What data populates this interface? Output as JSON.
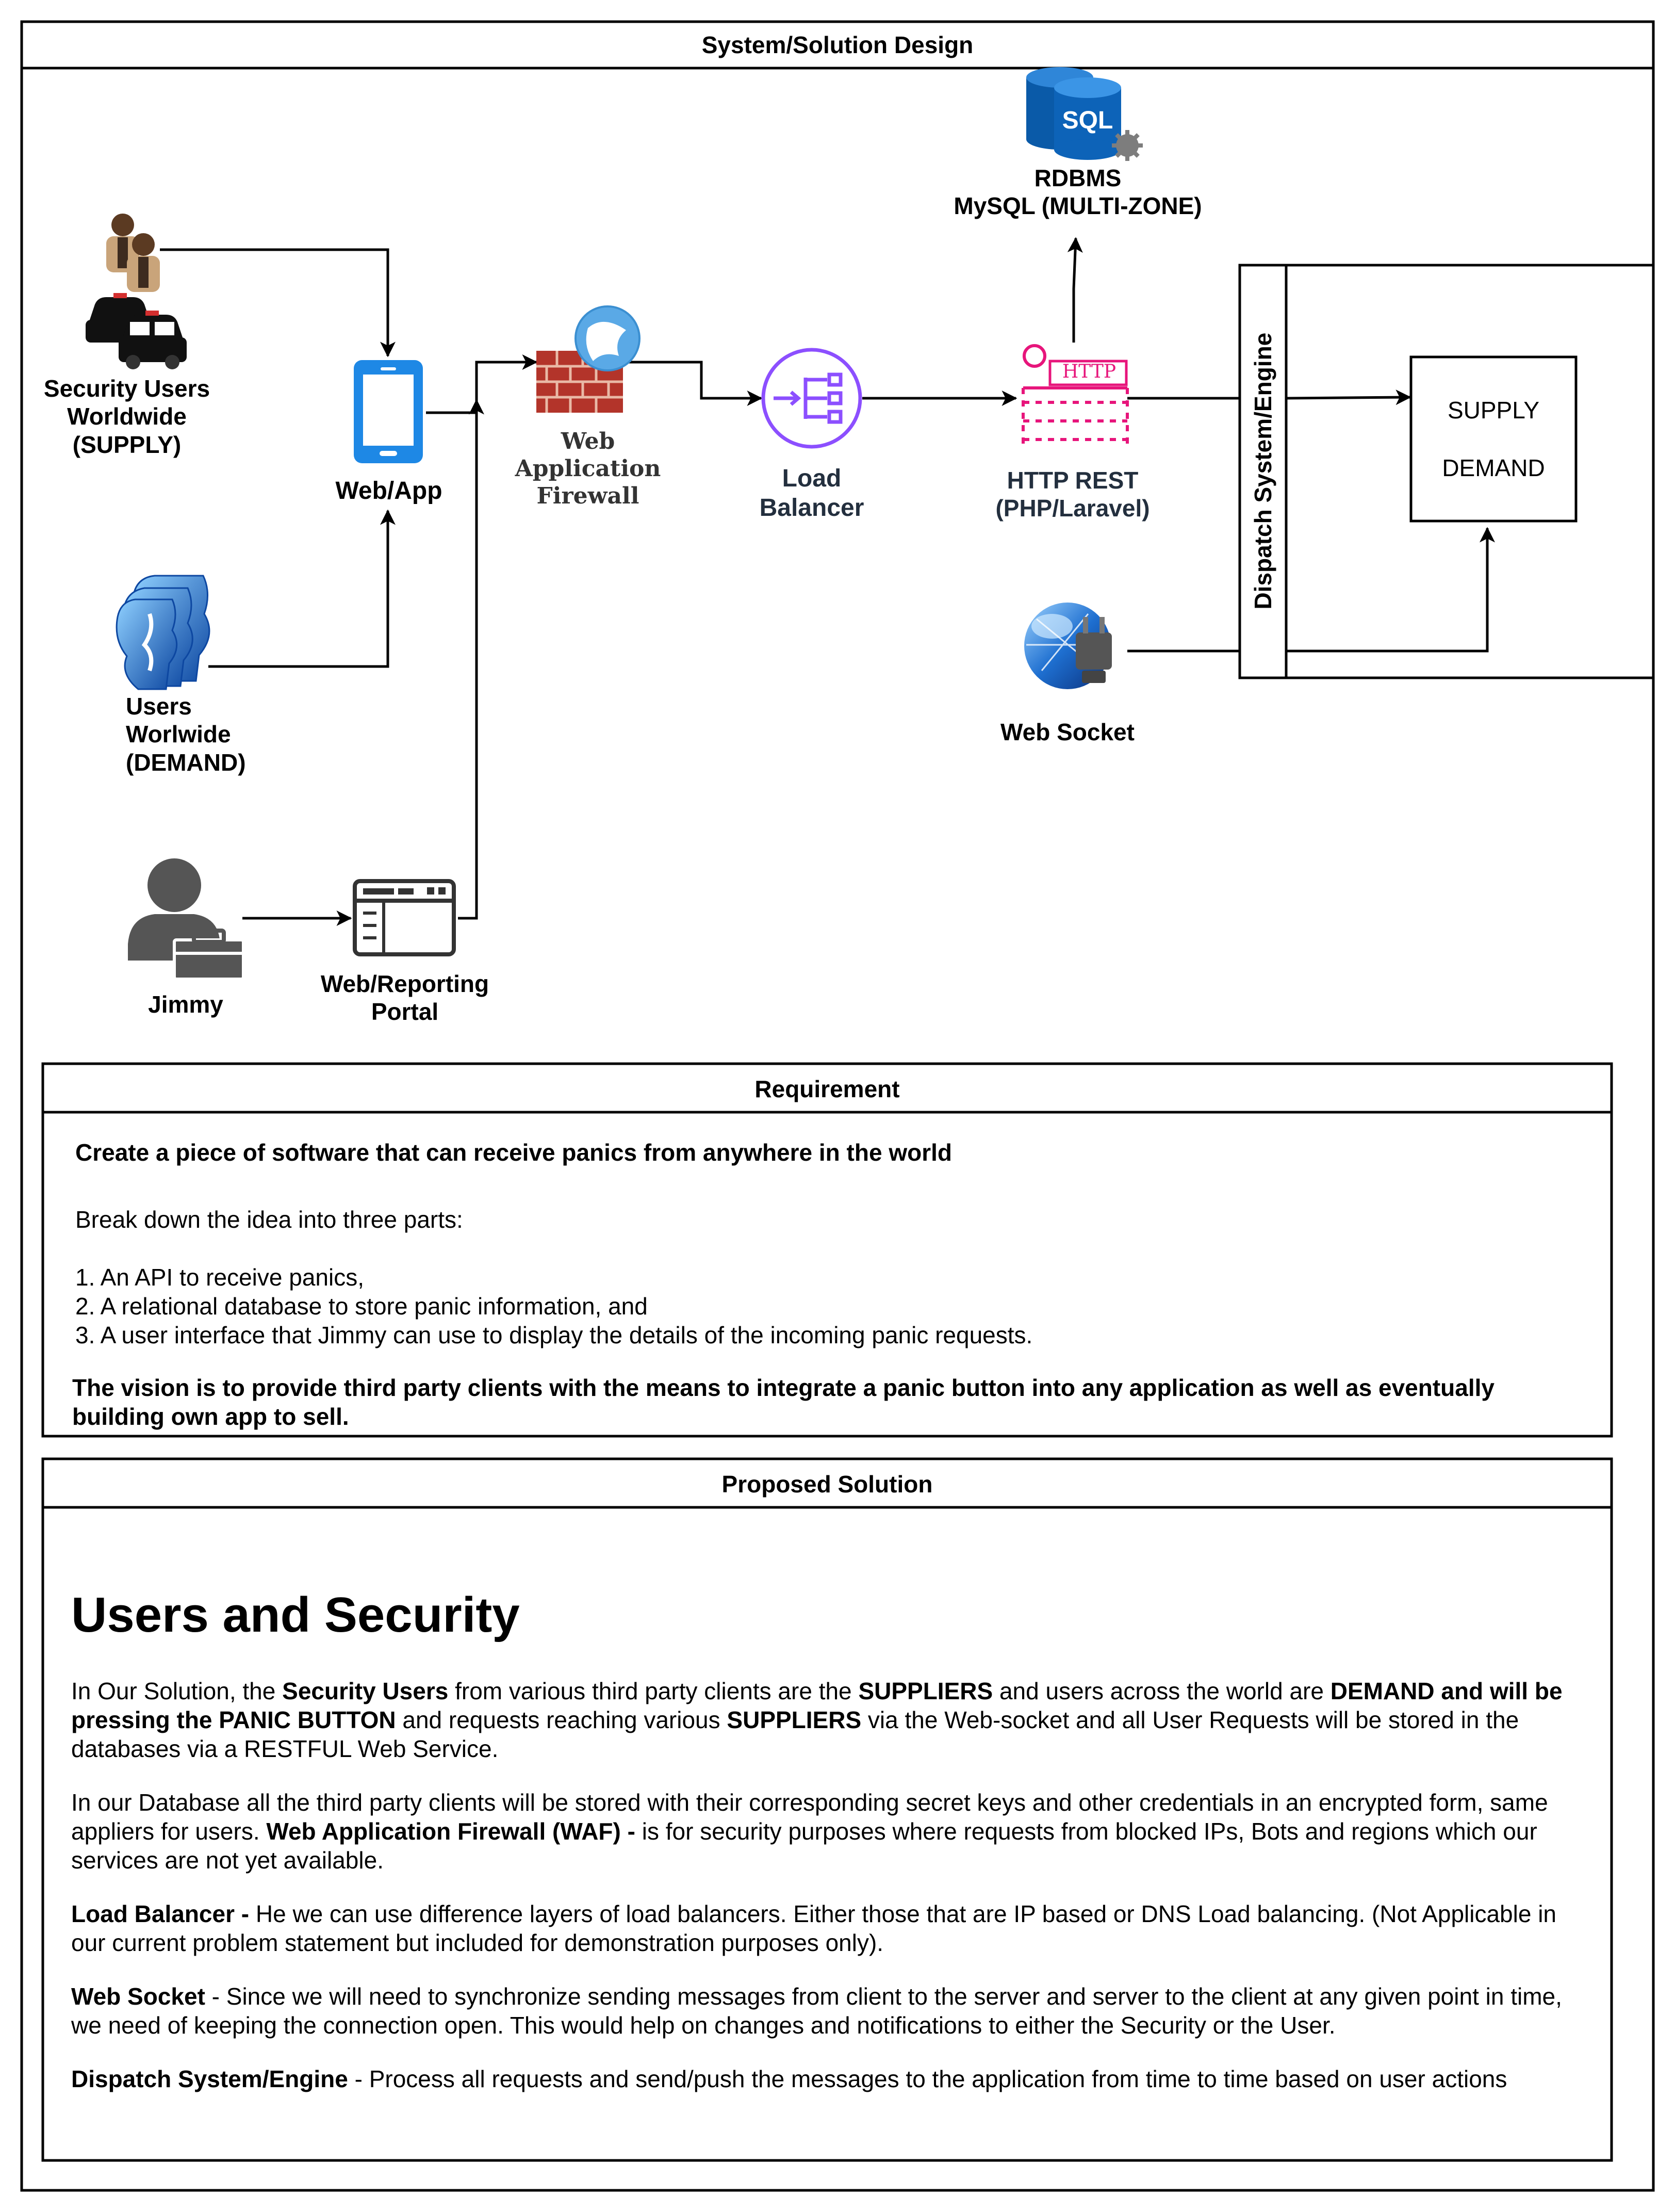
{
  "page_title": "System/Solution Design",
  "nodes": {
    "security_users": "Security Users\nWorldwide\n(SUPPLY)",
    "users_demand": "Users\nWorlwide\n(DEMAND)",
    "jimmy": "Jimmy",
    "web_app": "Web/App",
    "reporting_portal": "Web/Reporting\nPortal",
    "waf": "Web\nApplication\nFirewall",
    "load_balancer": "Load\nBalancer",
    "http_rest": "HTTP REST\n(PHP/Laravel)",
    "http_badge": "HTTP",
    "rdbms": "RDBMS\nMySQL (MULTI-ZONE)",
    "sql_badge": "SQL",
    "web_socket": "Web Socket",
    "dispatch": "Dispatch System/Engine",
    "supply": "SUPPLY",
    "demand": "DEMAND"
  },
  "requirement": {
    "title": "Requirement",
    "headline": "Create a piece of software that can receive panics from anywhere in the world",
    "intro": "Break down the idea into three parts:",
    "items": [
      "1. An API to receive panics,",
      "2. A relational database to store panic information, and",
      "3. A user interface that Jimmy can use to display the details of the incoming panic requests."
    ],
    "vision": "The vision is to provide third party clients with the means to integrate a panic button into any application as well as eventually building own app to sell."
  },
  "solution": {
    "title": "Proposed Solution",
    "heading": "Users and Security",
    "p1": {
      "a": "In Our Solution, the ",
      "b": "Security Users",
      "c": "  from various third party clients are the ",
      "d": "SUPPLIERS",
      "e": "  and users across the world are ",
      "f": "DEMAND and will be pressing the PANIC BUTTON",
      "g": " and requests reaching various ",
      "h": "SUPPLIERS",
      "i": " via the Web-socket and all User Requests will be stored in the databases via a RESTFUL Web Service."
    },
    "p2": {
      "a": "In our Database all the third party clients will be stored with their corresponding secret keys and other credentials in an encrypted form, same appliers for users. ",
      "b": "Web Application Firewall (WAF) -",
      "c": " is for security purposes where requests from blocked IPs, Bots and regions which our services are not yet available."
    },
    "p3": {
      "b": "Load Balancer -",
      "c": " He we can use difference layers of load balancers. Either those that are IP based or DNS Load balancing. (Not Applicable in our current problem statement but included for demonstration purposes only)."
    },
    "p4": {
      "b": "Web Socket",
      "c": " - Since we will need to synchronize sending messages from client to the server and server to the client at any given point in time, we need of keeping the connection open. This would help on changes and notifications to either the Security or the User."
    },
    "p5": {
      "b": "Dispatch System/Engine",
      "c": " - Process all requests and send/push the messages to the application from time to time based on user actions"
    }
  },
  "colors": {
    "line": "#000000",
    "phone_blue": "#1e88e5",
    "lb_purple": "#8c4fff",
    "http_pink": "#e7157b",
    "sql_blue": "#0a5aa8",
    "brick_red": "#c0392b",
    "user_gray": "#555555",
    "globe_blue": "#1565c0"
  }
}
